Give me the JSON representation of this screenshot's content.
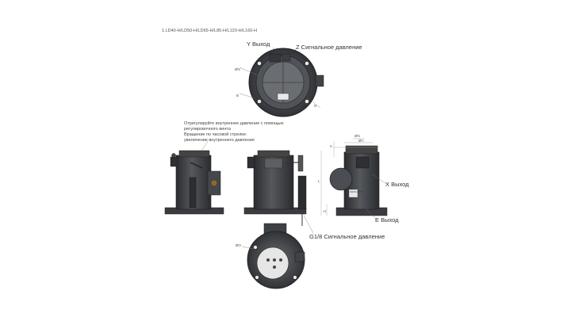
{
  "header": {
    "model_list": "1.LD40-H/LD50-H/LD65-H/L85-H/L120-H/L160-H"
  },
  "top_view": {
    "y_outlet": "Y Выход",
    "z_signal": "Z Сигнальное давление",
    "dim_dn": "ØN",
    "dim_b": "B",
    "dim_d": "D"
  },
  "annotation": {
    "line1": "Отрегулируйте внутреннее давление с помощью",
    "line2": "регулировочного винта",
    "line3": "Вращение по часовой стрелке:",
    "line4": "увеличение внутреннего давления"
  },
  "side_view": {
    "x_outlet": "X Выход",
    "e_outlet": "E Выход",
    "dim_c": "C",
    "dim_h": "H",
    "dim_l": "L",
    "dim_dn": "ØN",
    "dim_a": "ØA",
    "plate_text": "SAFAS LD40"
  },
  "bottom_view": {
    "g18_signal": "G1/8 Сигнальное давление",
    "dim_o": "ØO"
  },
  "colors": {
    "body": "#3d3f42",
    "body_dark": "#26282a",
    "body_light": "#6b6e72",
    "line": "#555555"
  }
}
